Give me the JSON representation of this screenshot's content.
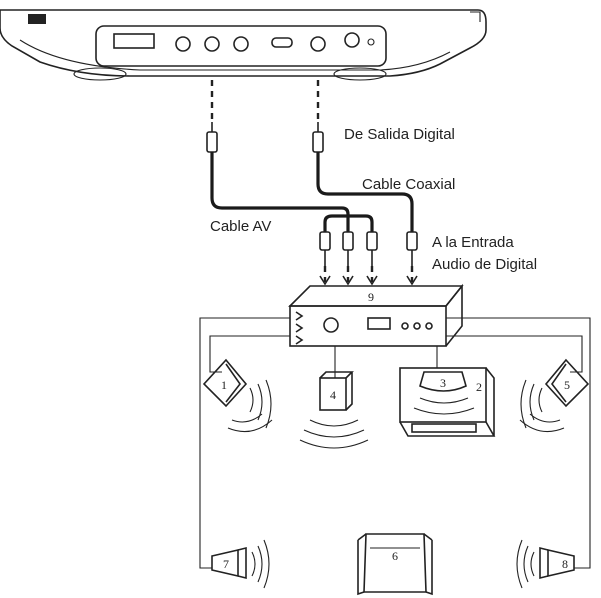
{
  "labels": {
    "digital_out": "De Salida Digital",
    "coax_cable": "Cable Coaxial",
    "av_cable": "Cable AV",
    "digital_in_line1": "A la Entrada",
    "digital_in_line2": "Audio de Digital"
  },
  "numbers": {
    "receiver": "9",
    "speaker_front_left": "1",
    "speaker_center": "2",
    "tv": "3",
    "subwoofer": "4",
    "speaker_front_right": "5",
    "listener": "6",
    "speaker_rear_left": "7",
    "speaker_rear_right": "8"
  },
  "colors": {
    "ink": "#222222",
    "background": "#ffffff"
  }
}
